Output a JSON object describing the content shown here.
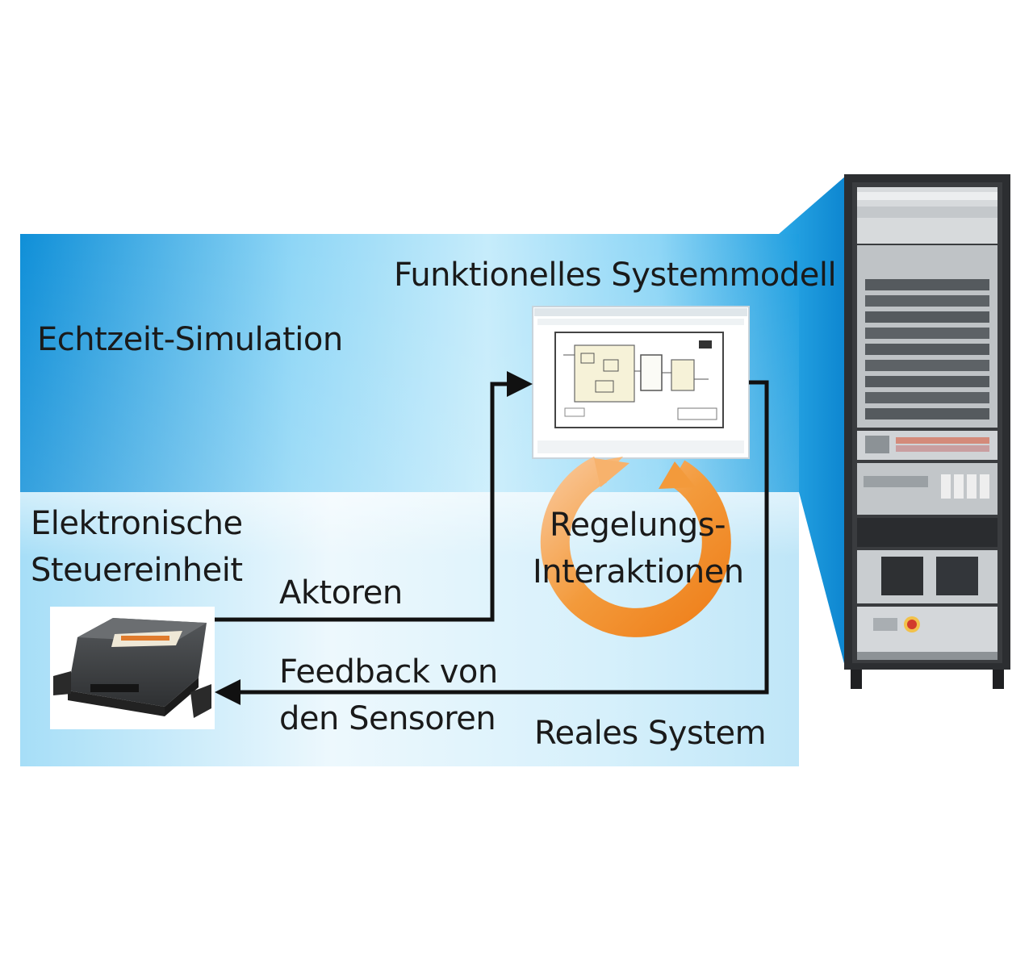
{
  "labels": {
    "realtime_simulation": "Echtzeit-Simulation",
    "functional_model": "Funktionelles Systemmodell",
    "ecu_line1": "Elektronische",
    "ecu_line2": "Steuereinheit",
    "actuators": "Aktoren",
    "feedback_line1": "Feedback von",
    "feedback_line2": "den Sensoren",
    "control_line1": "Regelungs-",
    "control_line2": "Interaktionen",
    "real_system": "Reales System"
  },
  "colors": {
    "simulation_blue": "#0f90d8",
    "light_blue": "#bfe6fa",
    "cycle_orange": "#f28c2a",
    "arrow": "#111111",
    "rack_dark": "#2c2e31"
  },
  "icons": {
    "model_screenshot": "block-diagram-window-icon",
    "ecu": "ecu-box-icon",
    "rack": "hil-test-rack-icon",
    "cycle": "circular-arrows-icon"
  }
}
